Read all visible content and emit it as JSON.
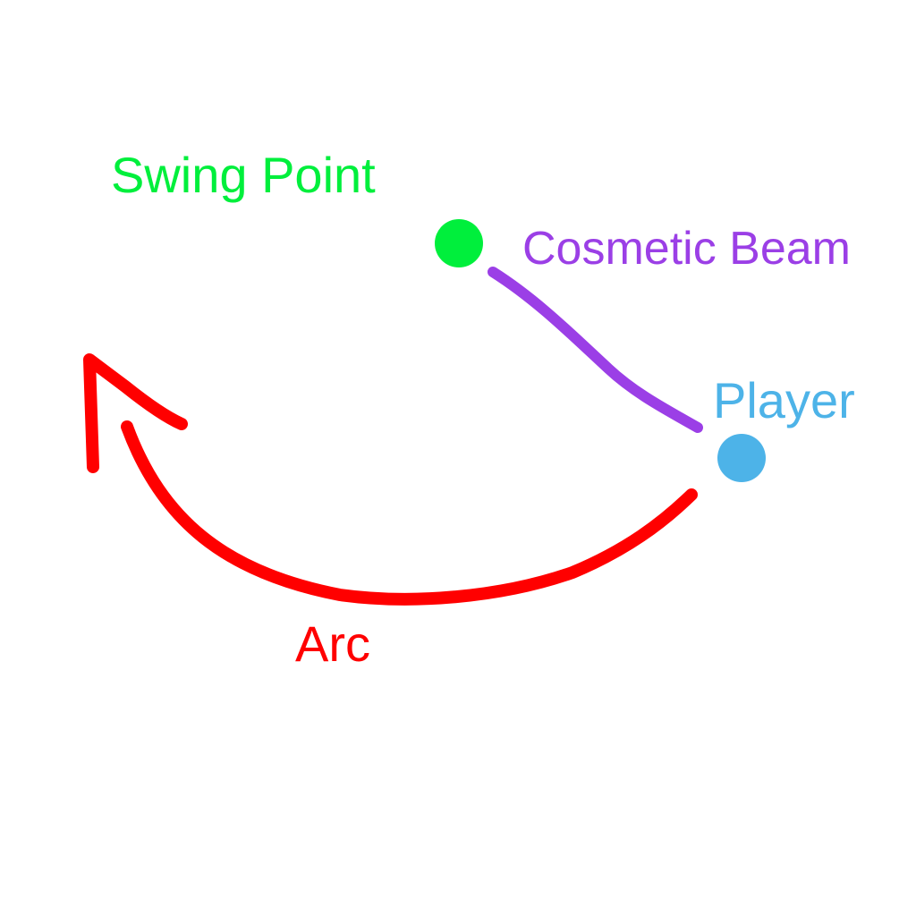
{
  "labels": {
    "swing_point": "Swing Point",
    "cosmetic_beam": "Cosmetic Beam",
    "player": "Player",
    "arc": "Arc"
  },
  "colors": {
    "swing_point": "#00ef3c",
    "cosmetic_beam": "#9b3fe6",
    "player": "#4db3e8",
    "arc": "#ff0000",
    "background": "#ffffff"
  }
}
